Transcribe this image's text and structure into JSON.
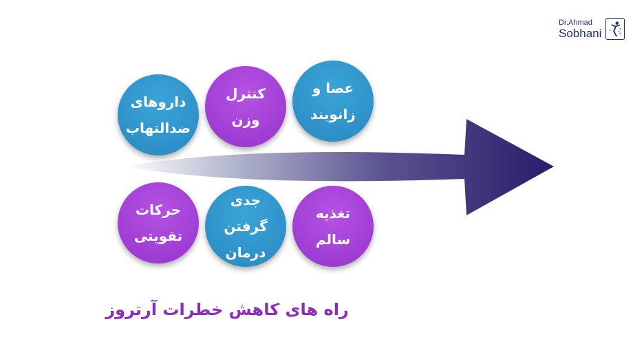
{
  "logo": {
    "top": "Dr.Ahmad",
    "main": "Sobhani"
  },
  "arrow": {
    "start_color": "#ffffff",
    "end_color": "#2b1c69"
  },
  "circles": [
    {
      "label": "داروهای\nضدالتهاب",
      "color": "blue"
    },
    {
      "label": "کنترل\nوزن",
      "color": "purple"
    },
    {
      "label": "عصا و\nزانوبند",
      "color": "blue"
    },
    {
      "label": "حرکات\nتقویتی",
      "color": "purple"
    },
    {
      "label": "جدی گرفتن\nدرمان",
      "color": "blue"
    },
    {
      "label": "تغذیه\nسالم",
      "color": "purple"
    }
  ],
  "title": "راه های کاهش خطرات آرتروز",
  "colors": {
    "blue": "#2a87c4",
    "purple": "#9b3fd0",
    "title": "#8c2cb8"
  }
}
